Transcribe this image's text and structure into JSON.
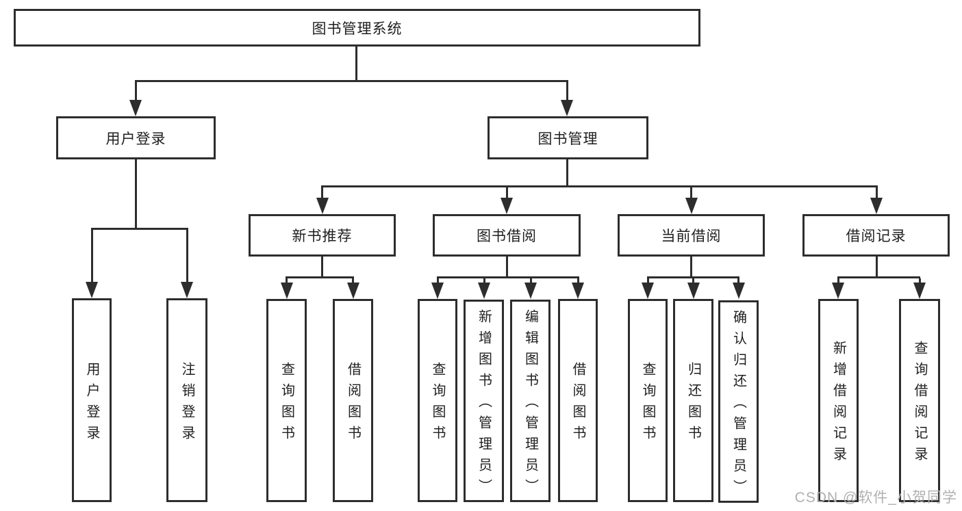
{
  "tree": {
    "root": "图书管理系统",
    "children": [
      {
        "label": "用户登录",
        "children": [
          "用户登录",
          "注销登录"
        ]
      },
      {
        "label": "图书管理",
        "children": [
          {
            "label": "新书推荐",
            "children": [
              "查询图书",
              "借阅图书"
            ]
          },
          {
            "label": "图书借阅",
            "children": [
              "查询图书",
              "新增图书（管理员）",
              "编辑图书（管理员）",
              "借阅图书"
            ]
          },
          {
            "label": "当前借阅",
            "children": [
              "查询图书",
              "归还图书",
              "确认归还（管理员）"
            ]
          },
          {
            "label": "借阅记录",
            "children": [
              "新增借阅记录",
              "查询借阅记录"
            ]
          }
        ]
      }
    ]
  },
  "watermark": "CSDN @软件_小贺同学",
  "colors": {
    "line": "#2d2d2d",
    "text": "#1f1f1f",
    "watermark": "#b0b0b0",
    "background": "#ffffff"
  }
}
